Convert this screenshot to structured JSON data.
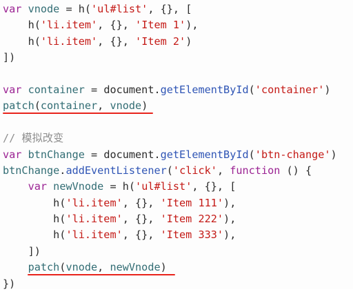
{
  "colors": {
    "keyword": "#9b2393",
    "variable": "#326d74",
    "function": "#2f55b5",
    "string": "#c41a16",
    "comment": "#8e8e8e",
    "plain": "#2b2b2b",
    "highlight_underline": "#e8231b"
  },
  "lines": [
    [
      {
        "t": "kw",
        "v": "var"
      },
      {
        "t": "plain",
        "v": " "
      },
      {
        "t": "var",
        "v": "vnode"
      },
      {
        "t": "plain",
        "v": " = h("
      },
      {
        "t": "str",
        "v": "'ul#list'"
      },
      {
        "t": "plain",
        "v": ", {}, ["
      }
    ],
    [
      {
        "t": "plain",
        "v": "    h("
      },
      {
        "t": "str",
        "v": "'li.item'"
      },
      {
        "t": "plain",
        "v": ", {}, "
      },
      {
        "t": "str",
        "v": "'Item 1'"
      },
      {
        "t": "plain",
        "v": "),"
      }
    ],
    [
      {
        "t": "plain",
        "v": "    h("
      },
      {
        "t": "str",
        "v": "'li.item'"
      },
      {
        "t": "plain",
        "v": ", {}, "
      },
      {
        "t": "str",
        "v": "'Item 2'"
      },
      {
        "t": "plain",
        "v": ")"
      }
    ],
    [
      {
        "t": "plain",
        "v": "])"
      }
    ],
    [],
    [
      {
        "t": "kw",
        "v": "var"
      },
      {
        "t": "plain",
        "v": " "
      },
      {
        "t": "var",
        "v": "container"
      },
      {
        "t": "plain",
        "v": " = document."
      },
      {
        "t": "fn",
        "v": "getElementById"
      },
      {
        "t": "plain",
        "v": "("
      },
      {
        "t": "str",
        "v": "'container'"
      },
      {
        "t": "plain",
        "v": ")"
      }
    ],
    [
      {
        "t": "var",
        "v": "patch"
      },
      {
        "t": "plain",
        "v": "("
      },
      {
        "t": "var",
        "v": "container"
      },
      {
        "t": "plain",
        "v": ", "
      },
      {
        "t": "var",
        "v": "vnode"
      },
      {
        "t": "plain",
        "v": ")"
      }
    ],
    [],
    [
      {
        "t": "cm",
        "v": "// 模拟改变"
      }
    ],
    [
      {
        "t": "kw",
        "v": "var"
      },
      {
        "t": "plain",
        "v": " "
      },
      {
        "t": "var",
        "v": "btnChange"
      },
      {
        "t": "plain",
        "v": " = document."
      },
      {
        "t": "fn",
        "v": "getElementById"
      },
      {
        "t": "plain",
        "v": "("
      },
      {
        "t": "str",
        "v": "'btn-change'"
      },
      {
        "t": "plain",
        "v": ")"
      }
    ],
    [
      {
        "t": "var",
        "v": "btnChange"
      },
      {
        "t": "plain",
        "v": "."
      },
      {
        "t": "fn",
        "v": "addEventListener"
      },
      {
        "t": "plain",
        "v": "("
      },
      {
        "t": "str",
        "v": "'click'"
      },
      {
        "t": "plain",
        "v": ", "
      },
      {
        "t": "kw",
        "v": "function"
      },
      {
        "t": "plain",
        "v": " () {"
      }
    ],
    [
      {
        "t": "plain",
        "v": "    "
      },
      {
        "t": "kw",
        "v": "var"
      },
      {
        "t": "plain",
        "v": " "
      },
      {
        "t": "var",
        "v": "newVnode"
      },
      {
        "t": "plain",
        "v": " = h("
      },
      {
        "t": "str",
        "v": "'ul#list'"
      },
      {
        "t": "plain",
        "v": ", {}, ["
      }
    ],
    [
      {
        "t": "plain",
        "v": "        h("
      },
      {
        "t": "str",
        "v": "'li.item'"
      },
      {
        "t": "plain",
        "v": ", {}, "
      },
      {
        "t": "str",
        "v": "'Item 111'"
      },
      {
        "t": "plain",
        "v": "),"
      }
    ],
    [
      {
        "t": "plain",
        "v": "        h("
      },
      {
        "t": "str",
        "v": "'li.item'"
      },
      {
        "t": "plain",
        "v": ", {}, "
      },
      {
        "t": "str",
        "v": "'Item 222'"
      },
      {
        "t": "plain",
        "v": "),"
      }
    ],
    [
      {
        "t": "plain",
        "v": "        h("
      },
      {
        "t": "str",
        "v": "'li.item'"
      },
      {
        "t": "plain",
        "v": ", {}, "
      },
      {
        "t": "str",
        "v": "'Item 333'"
      },
      {
        "t": "plain",
        "v": "),"
      }
    ],
    [
      {
        "t": "plain",
        "v": "    ])"
      }
    ],
    [
      {
        "t": "plain",
        "v": "    "
      },
      {
        "t": "var",
        "v": "patch"
      },
      {
        "t": "plain",
        "v": "("
      },
      {
        "t": "var",
        "v": "vnode"
      },
      {
        "t": "plain",
        "v": ", "
      },
      {
        "t": "var",
        "v": "newVnode"
      },
      {
        "t": "plain",
        "v": ")"
      }
    ],
    [
      {
        "t": "plain",
        "v": "})"
      }
    ]
  ]
}
